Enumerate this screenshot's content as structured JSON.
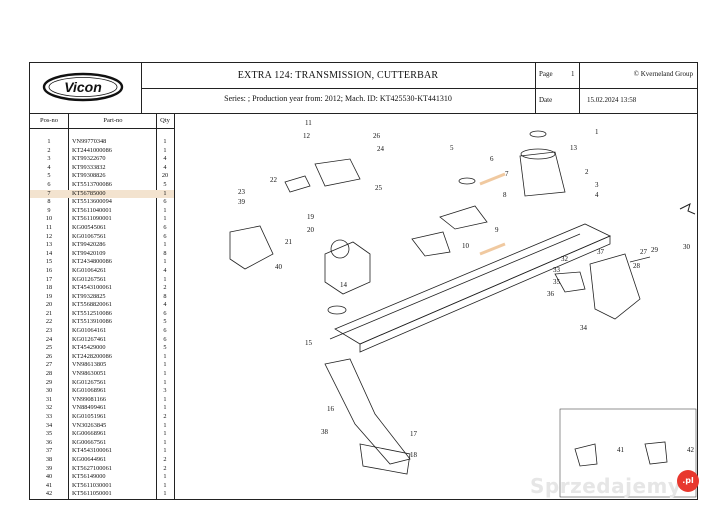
{
  "header": {
    "logo_text": "Vicon",
    "title": "EXTRA 124: TRANSMISSION, CUTTERBAR",
    "series": "Series: ; Production year from: 2012; Mach. ID: KT425530-KT441310",
    "page_label": "Page",
    "page_value": "1",
    "copyright": "© Kverneland Group",
    "date_label": "Date",
    "date_value": "15.02.2024  13:58"
  },
  "parts_table": {
    "headers": [
      "Pos-no",
      "Part-no",
      "Qty"
    ],
    "highlight_color": "#f3e3cf",
    "rows": [
      {
        "pos": "1",
        "part": "VN99770348",
        "qty": "1"
      },
      {
        "pos": "2",
        "part": "KT2441000086",
        "qty": "1"
      },
      {
        "pos": "3",
        "part": "KT99322670",
        "qty": "4"
      },
      {
        "pos": "4",
        "part": "KT99333832",
        "qty": "4"
      },
      {
        "pos": "5",
        "part": "KT99308826",
        "qty": "20"
      },
      {
        "pos": "6",
        "part": "KT5513700086",
        "qty": "5"
      },
      {
        "pos": "7",
        "part": "KT56785000",
        "qty": "1",
        "highlight": true
      },
      {
        "pos": "8",
        "part": "KT5513600094",
        "qty": "6"
      },
      {
        "pos": "9",
        "part": "KT5611040001",
        "qty": "1"
      },
      {
        "pos": "10",
        "part": "KT5611090001",
        "qty": "1"
      },
      {
        "pos": "11",
        "part": "KG00545061",
        "qty": "6"
      },
      {
        "pos": "12",
        "part": "KG01067561",
        "qty": "6"
      },
      {
        "pos": "13",
        "part": "KT99420286",
        "qty": "1"
      },
      {
        "pos": "14",
        "part": "KT99420109",
        "qty": "8"
      },
      {
        "pos": "15",
        "part": "KT2434800086",
        "qty": "1"
      },
      {
        "pos": "16",
        "part": "KG01064261",
        "qty": "4"
      },
      {
        "pos": "17",
        "part": "KG01267561",
        "qty": "1"
      },
      {
        "pos": "18",
        "part": "KT4543100061",
        "qty": "2"
      },
      {
        "pos": "19",
        "part": "KT99328825",
        "qty": "8"
      },
      {
        "pos": "20",
        "part": "KT5568820061",
        "qty": "4"
      },
      {
        "pos": "21",
        "part": "KT5512510086",
        "qty": "6"
      },
      {
        "pos": "22",
        "part": "KT5513910086",
        "qty": "5"
      },
      {
        "pos": "23",
        "part": "KG01064161",
        "qty": "6"
      },
      {
        "pos": "24",
        "part": "KG01267461",
        "qty": "6"
      },
      {
        "pos": "25",
        "part": "KT45429000",
        "qty": "5"
      },
      {
        "pos": "26",
        "part": "KT2428200086",
        "qty": "1"
      },
      {
        "pos": "27",
        "part": "VN98613805",
        "qty": "1"
      },
      {
        "pos": "28",
        "part": "VN98630051",
        "qty": "1"
      },
      {
        "pos": "29",
        "part": "KG01267561",
        "qty": "1"
      },
      {
        "pos": "30",
        "part": "KG01068961",
        "qty": "3"
      },
      {
        "pos": "31",
        "part": "VN99081166",
        "qty": "1"
      },
      {
        "pos": "32",
        "part": "VN88499461",
        "qty": "1"
      },
      {
        "pos": "33",
        "part": "KG01051961",
        "qty": "2"
      },
      {
        "pos": "34",
        "part": "VN30263845",
        "qty": "1"
      },
      {
        "pos": "35",
        "part": "KG00668961",
        "qty": "1"
      },
      {
        "pos": "36",
        "part": "KG00667561",
        "qty": "1"
      },
      {
        "pos": "37",
        "part": "KT4543100061",
        "qty": "1"
      },
      {
        "pos": "38",
        "part": "KG00644961",
        "qty": "2"
      },
      {
        "pos": "39",
        "part": "KT5627100061",
        "qty": "2"
      },
      {
        "pos": "40",
        "part": "KT56149000",
        "qty": "1"
      },
      {
        "pos": "41",
        "part": "KT5611030001",
        "qty": "1"
      },
      {
        "pos": "42",
        "part": "KT5611050001",
        "qty": "1"
      }
    ]
  },
  "diagram": {
    "callouts": [
      "1",
      "2",
      "3",
      "4",
      "5",
      "6",
      "7",
      "8",
      "9",
      "10",
      "11",
      "12",
      "13",
      "14",
      "15",
      "16",
      "17",
      "18",
      "19",
      "20",
      "21",
      "22",
      "23",
      "24",
      "25",
      "26",
      "27",
      "28",
      "29",
      "30",
      "32",
      "33",
      "34",
      "35",
      "36",
      "37",
      "38",
      "39",
      "40",
      "41",
      "42"
    ],
    "highlight_color": "#f0c9a0"
  },
  "watermark": {
    "text": "Sprzedajemy",
    "badge": ".pl"
  }
}
